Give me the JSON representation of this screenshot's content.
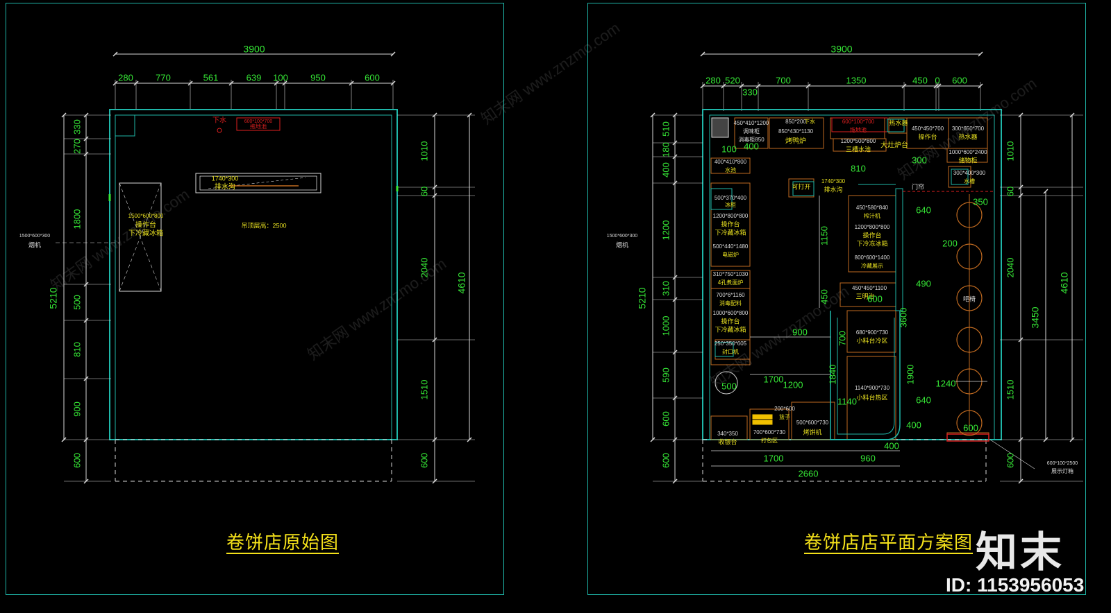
{
  "left": {
    "title": "卷饼店原始图",
    "top_total": "3900",
    "top_segments": [
      "280",
      "770",
      "561",
      "639",
      "100",
      "950",
      "600"
    ],
    "left_inner": [
      "330",
      "270",
      "1800",
      "500",
      "810",
      "900",
      "600"
    ],
    "left_total": "5210",
    "right_inner": [
      "1010",
      "60",
      "2040",
      "1510",
      "600"
    ],
    "right_total": "4610",
    "labels": {
      "xiashui": "下水",
      "mop": "600*100*700",
      "mop2": "拖地池",
      "drain_dim": "1740*300",
      "drain": "排水沟",
      "work_dim": "1500*600*800",
      "work1": "操作台",
      "work2": "下冷藏冰箱",
      "fan_dim": "1500*600*300",
      "fan": "烟机",
      "ceiling": "吊顶层高：2500"
    }
  },
  "right": {
    "title": "卷饼店店平面方案图",
    "top_total": "3900",
    "top_segments": [
      "280",
      "520",
      "330",
      "700",
      "1350",
      "450",
      "0",
      "600"
    ],
    "left_inner": [
      "510",
      "180",
      "400",
      "1200",
      "310",
      "1000",
      "590",
      "600"
    ],
    "left_total": "5210",
    "right_inner": [
      "1010",
      "60",
      "2040",
      "1510",
      "600"
    ],
    "right_total": "4610",
    "right_extra": "3450",
    "dims": [
      "400",
      "100",
      "300",
      "810",
      "1150",
      "450",
      "640",
      "350",
      "200",
      "490",
      "600",
      "3600",
      "900",
      "700",
      "1840",
      "1700",
      "1200",
      "500",
      "1140",
      "1900",
      "1240",
      "640",
      "600",
      "400",
      "400",
      "1700",
      "960",
      "2660"
    ],
    "labels": {
      "a": "450*410*1200",
      "a2": "调味柜",
      "a3": "消毒柜850",
      "b": "850*200",
      "b2": "下水",
      "b3": "850*430*1130",
      "b4": "烤鸭炉",
      "c": "600*100*700",
      "c2": "拖地池",
      "d": "1200*500*800",
      "d2": "三槽水池",
      "e": "热水器",
      "f": "大灶炉台",
      "g": "450*450*700",
      "g2": "操作台",
      "h": "300*650*700",
      "h2": "热水器",
      "i": "1000*600*2400",
      "i2": "储物柜",
      "j": "300*400*300",
      "j2": "水槽",
      "k": "400*410*800",
      "k2": "水池",
      "l": "可打开",
      "m": "1740*300",
      "m2": "排水沟",
      "n": "门帘",
      "o": "500*370*400",
      "o2": "冰柜",
      "p": "1200*800*800",
      "p2": "操作台",
      "p3": "下冷藏冰箱",
      "q": "500*440*1480",
      "q2": "电磁炉",
      "r": "310*750*1030",
      "r2": "4孔煮面炉",
      "s": "700*6*1160",
      "s2": "消毒配料",
      "t": "1000*600*800",
      "t2": "操作台",
      "t3": "下冷藏冰箱",
      "u": "250*350*605",
      "u2": "封口机",
      "v": "450*580*840",
      "v2": "榨汁机",
      "w": "1200*800*800",
      "w2": "操作台",
      "w3": "下冷冻冰箱",
      "x": "800*600*1400",
      "x2": "冷藏展示",
      "y": "450*450*1100",
      "y2": "三明治",
      "z": "680*900*730",
      "z2": "小料台冷区",
      "aa": "1140*900*730",
      "aa2": "小料台热区",
      "bb": "吧椅",
      "cc": "200*600",
      "cc2": "篮子",
      "dd": "700*600*730",
      "dd2": "打包区",
      "ee": "500*600*730",
      "ee2": "烤饼机",
      "ff": "340*350",
      "ff2": "收银台",
      "gg": "600*100*2500",
      "gg2": "展示灯箱",
      "fan_dim": "1500*600*300",
      "fan": "烟机"
    }
  },
  "brand": {
    "logo": "知末",
    "id": "ID: 1153956053"
  }
}
